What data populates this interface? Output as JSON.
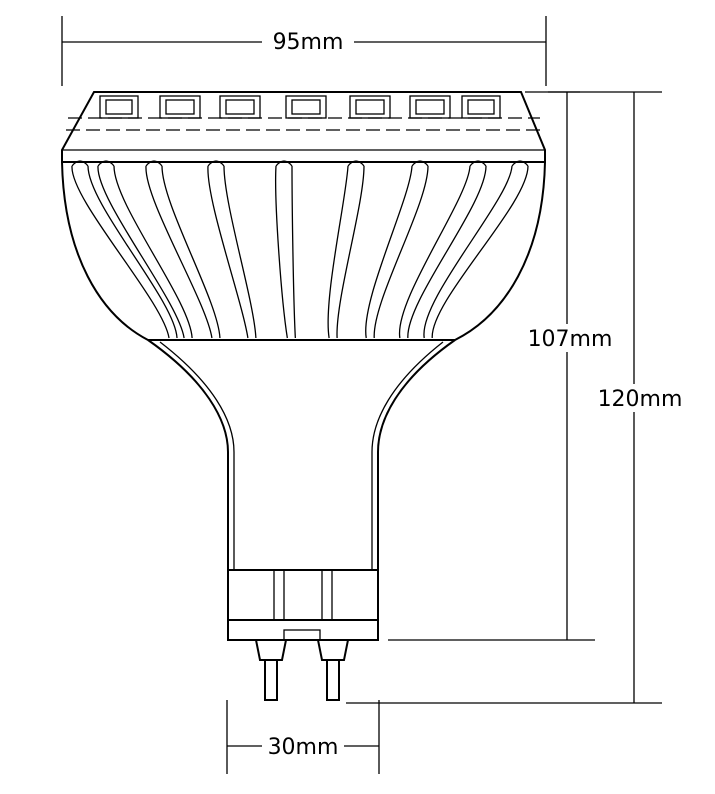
{
  "dimensions": {
    "width_label": "95mm",
    "height_body_label": "107mm",
    "height_total_label": "120mm",
    "pin_spacing_label": "30mm"
  }
}
